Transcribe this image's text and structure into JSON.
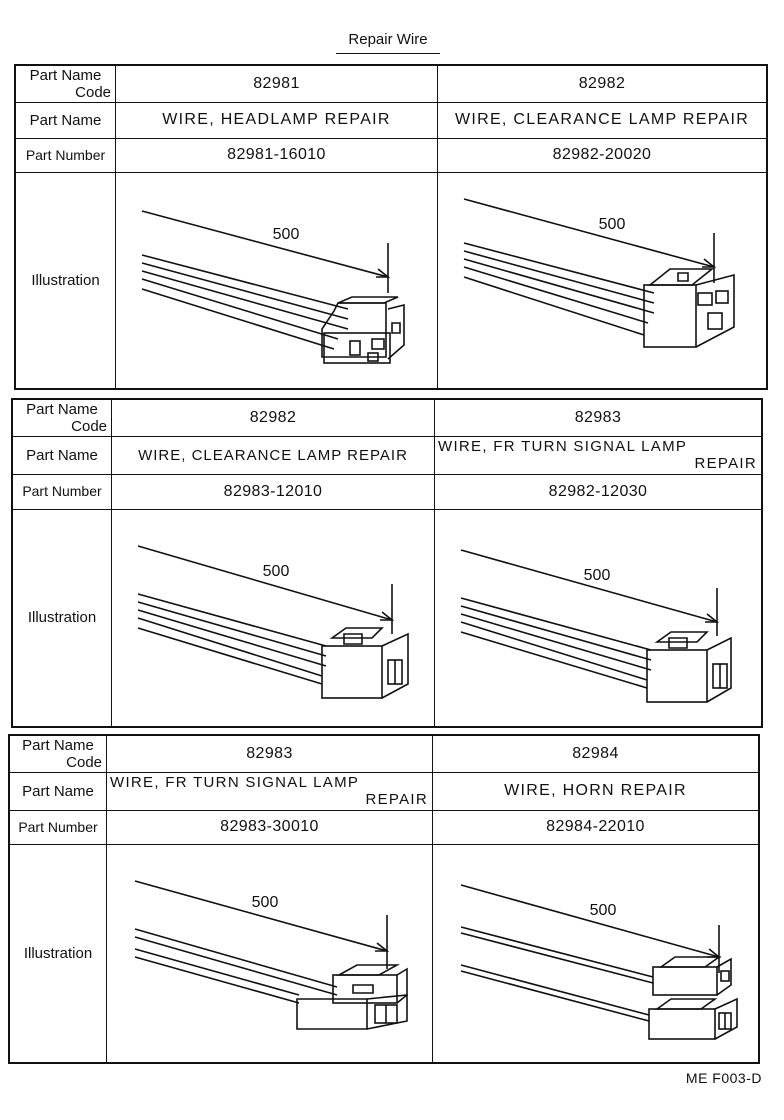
{
  "title": "Repair Wire",
  "headers": {
    "code_line1": "Part Name",
    "code_line2": "Code",
    "part_name": "Part Name",
    "part_number": "Part Number",
    "illustration": "Illustration"
  },
  "dimension_label": "500",
  "tables": [
    {
      "left": {
        "code": "82981",
        "name": "WIRE, HEADLAMP  REPAIR",
        "number": "82981-16010",
        "illustration_icon": "four-wire-connector-drawing"
      },
      "right": {
        "code": "82982",
        "name": "WIRE, CLEARANCE  LAMP  REPAIR",
        "number": "82982-20020",
        "illustration_icon": "four-wire-connector-drawing"
      }
    },
    {
      "left": {
        "code": "82982",
        "name": "WIRE, CLEARANCE  LAMP  REPAIR",
        "number": "82983-12010",
        "illustration_icon": "three-wire-connector-drawing"
      },
      "right": {
        "code": "82983",
        "name_line1": "WIRE, FR  TURN  SIGNAL  LAMP",
        "name_line2": "REPAIR",
        "number": "82982-12030",
        "illustration_icon": "three-wire-connector-drawing"
      }
    },
    {
      "left": {
        "code": "82983",
        "name_line1": "WIRE, FR  TURN  SIGNAL  LAMP",
        "name_line2": "REPAIR",
        "number": "82983-30010",
        "illustration_icon": "two-wire-connector-drawing"
      },
      "right": {
        "code": "82984",
        "name": "WIRE, HORN  REPAIR",
        "number": "82984-22010",
        "illustration_icon": "twin-single-connector-drawing"
      }
    }
  ],
  "footer": "ME   F003-D"
}
